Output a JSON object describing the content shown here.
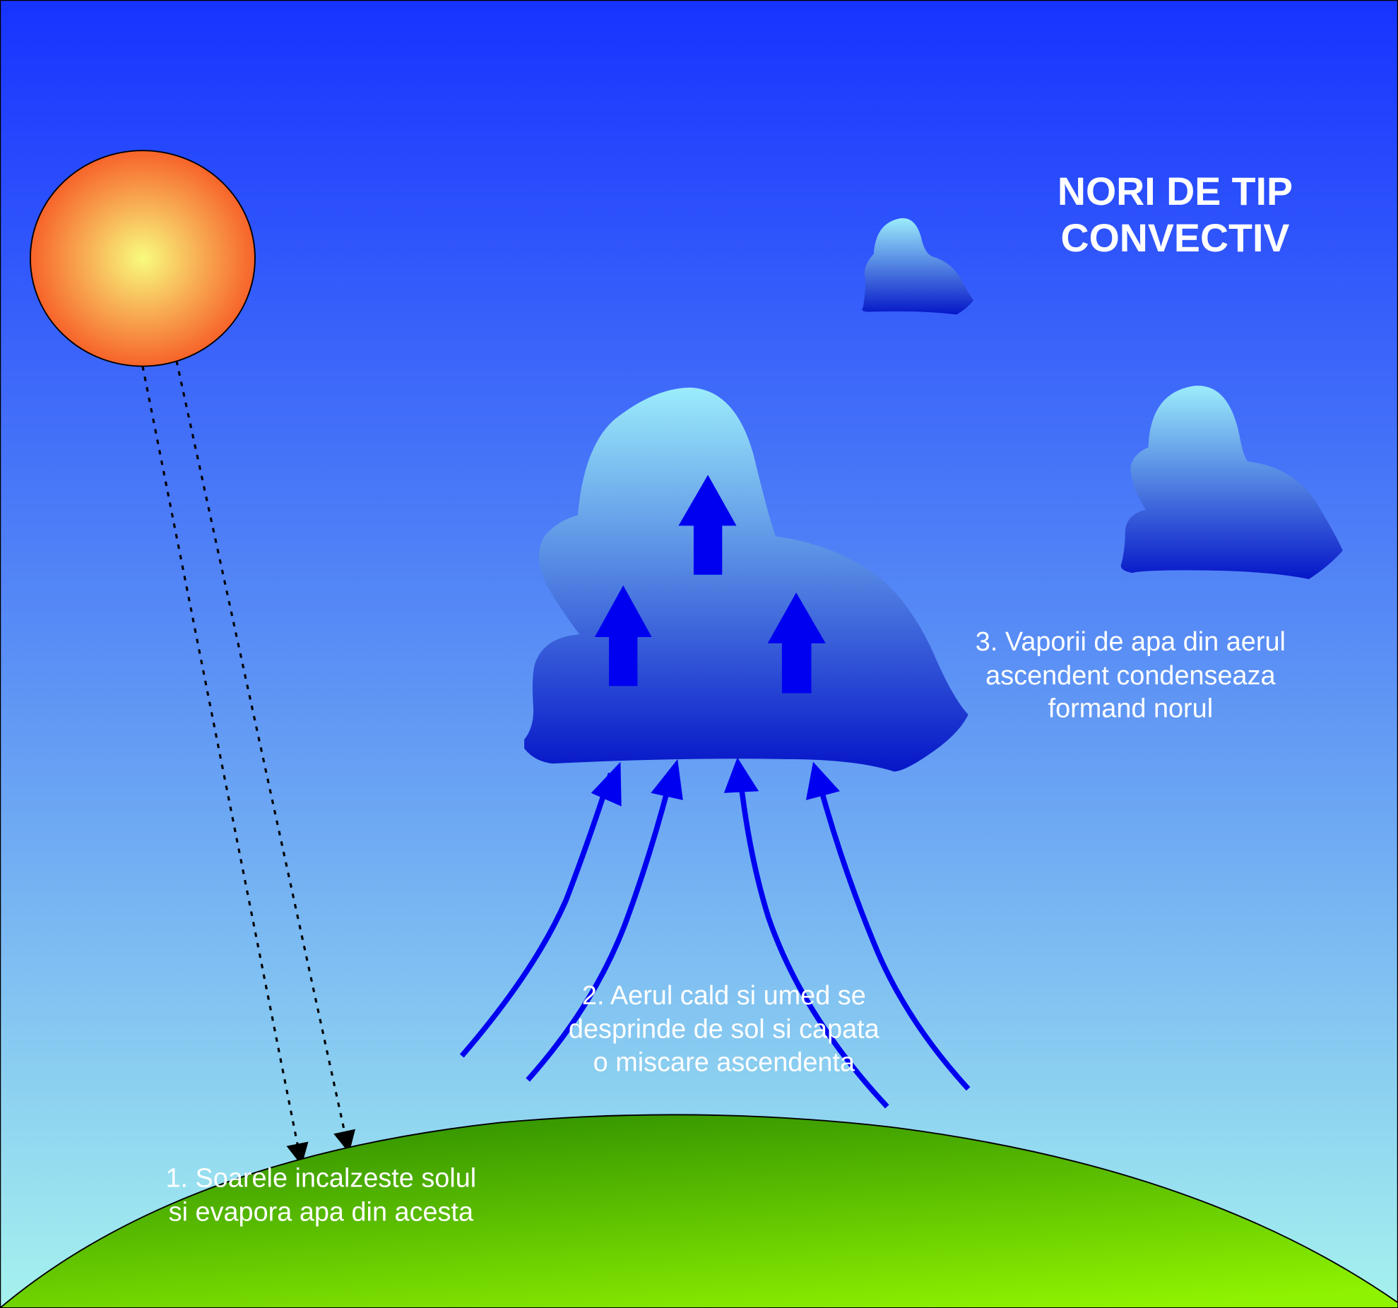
{
  "title": {
    "line1": "NORI DE TIP",
    "line2": "CONVECTIV"
  },
  "steps": [
    {
      "lines": [
        "1. Soarele incalzeste solul",
        "si evapora apa din acesta"
      ]
    },
    {
      "lines": [
        "2. Aerul cald si umed se",
        "desprinde de sol si capata",
        "o miscare ascendenta"
      ]
    },
    {
      "lines": [
        "3. Vaporii de apa din aerul",
        "ascendent condenseaza",
        "formand norul"
      ]
    }
  ],
  "colors": {
    "sky_top": "#1633ff",
    "sky_bottom": "#a6f2ee",
    "ground_top": "#339300",
    "ground_bottom": "#8ef300",
    "sun_center": "#f8fb7e",
    "sun_edge": "#f7632a",
    "cloud_top": "#9becfb",
    "cloud_bottom": "#0616c8",
    "arrow": "#0000f0"
  }
}
